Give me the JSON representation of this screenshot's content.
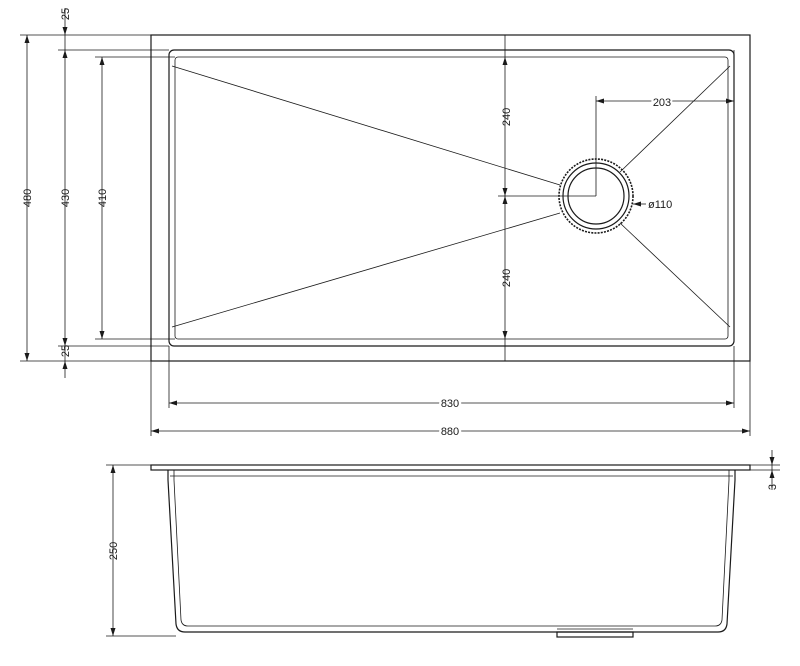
{
  "dimensions": {
    "top_rim": "25",
    "bottom_rim": "25",
    "overall_depth": "480",
    "bowl_depth_outer": "430",
    "bowl_depth_inner": "410",
    "drain_offset": "203",
    "drain_to_top": "240",
    "drain_to_bottom": "240",
    "drain_diameter": "ø110",
    "bowl_width": "830",
    "overall_width": "880",
    "bowl_height": "250",
    "flange_thickness": "3"
  }
}
